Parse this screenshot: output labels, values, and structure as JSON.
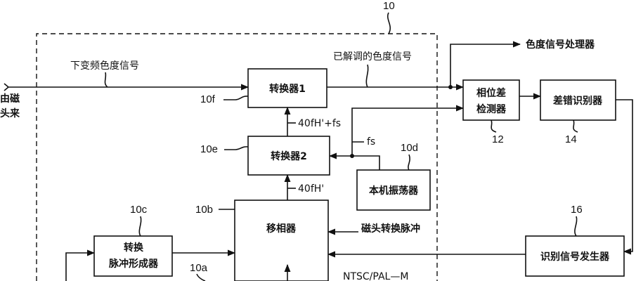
{
  "labels": {
    "outer_ref": "10",
    "input_signal": "下变频色度信号",
    "from_head_line1": "由磁",
    "from_head_line2": "头来",
    "demod_signal": "已解调的色度信号",
    "chroma_processor": "色度信号处理器",
    "fs": "fs",
    "sum_freq": "40fH'+fs",
    "freq_40fh": "40fH'",
    "head_switch_pulse": "磁头转换脉冲",
    "ntsc_palm": "NTSC/PAL—M"
  },
  "blocks": {
    "converter1": {
      "label": "转换器1",
      "ref": "10f"
    },
    "converter2": {
      "label": "转换器2",
      "ref": "10e"
    },
    "local_osc": {
      "label": "本机振荡器",
      "ref": "10d"
    },
    "phase_shifter": {
      "label": "移相器",
      "ref": "10b"
    },
    "pulse_former": {
      "label_line1": "转换",
      "label_line2": "脉冲形成器",
      "ref": "10c"
    },
    "phase_detector": {
      "label_line1": "相位差",
      "label_line2": "检测器",
      "ref": "12"
    },
    "error_identifier": {
      "label": "差错识别器",
      "ref": "14"
    },
    "id_signal_gen": {
      "label": "识别信号发生器",
      "ref": "16"
    }
  },
  "extra_refs": {
    "ref_10a": "10a"
  }
}
